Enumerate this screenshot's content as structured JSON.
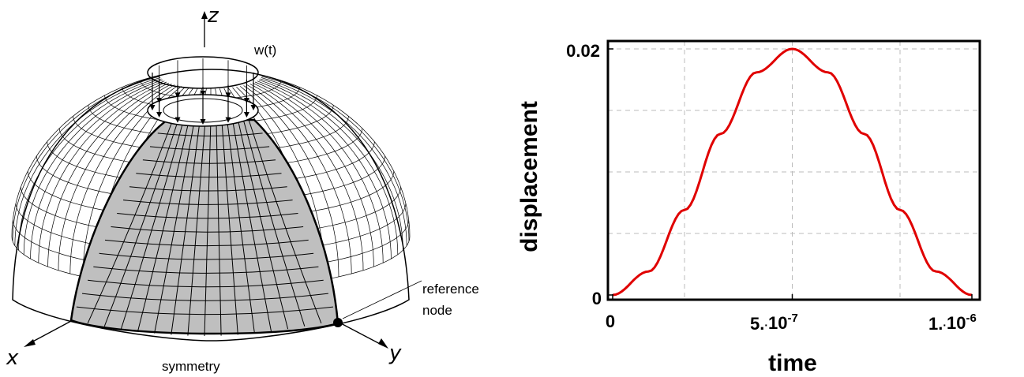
{
  "diagram": {
    "axis_z": "z",
    "axis_x": "x",
    "axis_y": "y",
    "load_label": "w(t)",
    "reference_label_line1": "reference",
    "reference_label_line2": "node",
    "symmetry_label": "symmetry",
    "colors": {
      "shaded_region": "#bfbfbf",
      "mesh_line": "#000000"
    }
  },
  "chart_data": {
    "type": "line",
    "title": "",
    "xlabel": "time",
    "ylabel": "displacement",
    "xlim": [
      0,
      1e-06
    ],
    "ylim": [
      0,
      0.02
    ],
    "x_ticks": [
      {
        "value": 0,
        "label": "0"
      },
      {
        "value": 5e-07,
        "label_mantissa": "5.",
        "label_exp": "-7"
      },
      {
        "value": 1e-06,
        "label_mantissa": "1.",
        "label_exp": "-6"
      }
    ],
    "y_ticks": [
      {
        "value": 0,
        "label": "0"
      },
      {
        "value": 0.02,
        "label": "0.02"
      }
    ],
    "grid": true,
    "series": [
      {
        "color": "#e00000",
        "x": [
          0,
          1e-07,
          2e-07,
          3e-07,
          4e-07,
          5e-07,
          6e-07,
          7e-07,
          8e-07,
          9e-07,
          1e-06
        ],
        "y": [
          0,
          0.00191,
          0.00691,
          0.01309,
          0.01809,
          0.02,
          0.01809,
          0.01309,
          0.00691,
          0.00191,
          0
        ]
      }
    ]
  }
}
